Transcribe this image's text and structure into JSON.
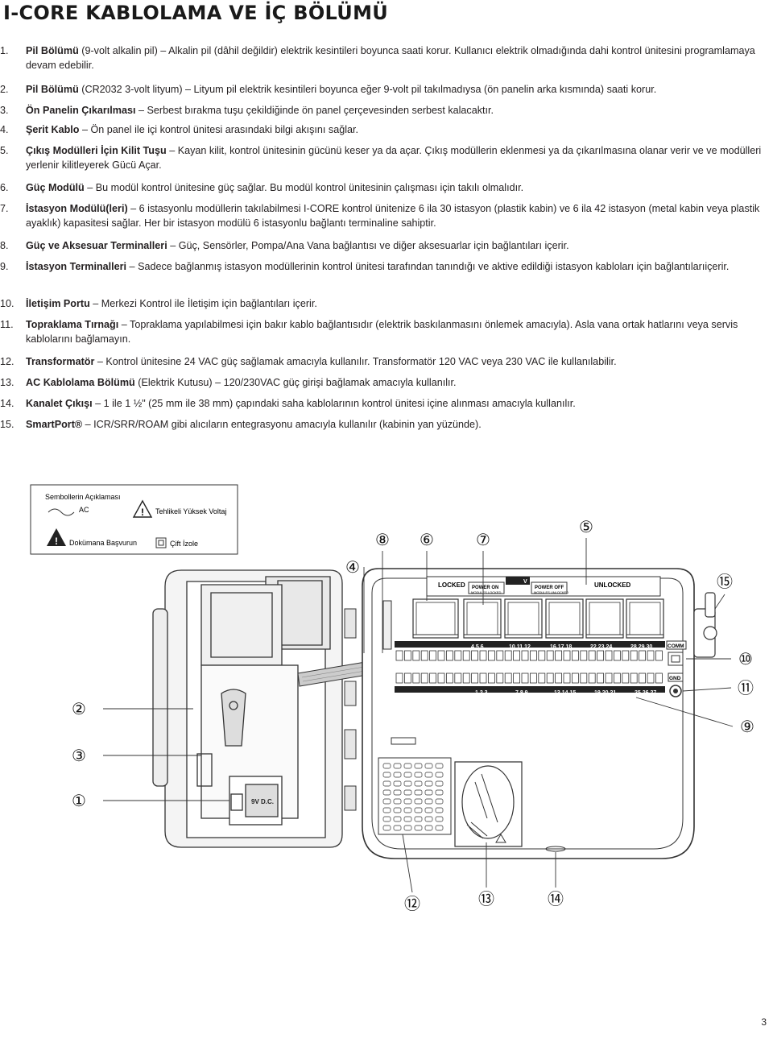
{
  "page": {
    "title": "I-CORE KABLOLAMA VE İÇ BÖLÜMÜ",
    "page_number": "3"
  },
  "items": [
    {
      "num": "1.",
      "term": "Pil Bölümü",
      "text": " (9-volt alkalin pil) – Alkalin pil (dâhil değildir) elektrik kesintileri boyunca saati korur. Kullanıcı elektrik olmadığında dahi kontrol ünitesini programlamaya devam edebilir."
    },
    {
      "num": "2.",
      "term": "Pil Bölümü",
      "text": " (CR2032 3-volt lityum) – Lityum pil elektrik kesintileri boyunca eğer 9-volt pil takılmadıysa (ön panelin arka kısmında) saati korur."
    },
    {
      "num": "3.",
      "term": "Ön Panelin Çıkarılması",
      "text": " – Serbest bırakma tuşu çekildiğinde ön panel çerçevesinden serbest kalacaktır."
    },
    {
      "num": "4.",
      "term": "Şerit Kablo",
      "text": " – Ön panel ile içi kontrol ünitesi arasındaki bilgi akışını sağlar."
    },
    {
      "num": "5.",
      "term": "Çıkış Modülleri İçin Kilit Tuşu",
      "text": " – Kayan kilit, kontrol ünitesinin gücünü keser ya da açar. Çıkış modüllerin eklenmesi ya da çıkarılmasına olanar verir ve ve modülleri yerlenir kilitleyerek Gücü Açar."
    },
    {
      "num": "6.",
      "term": "Güç Modülü",
      "text": " – Bu modül kontrol ünitesine güç sağlar. Bu modül kontrol ünitesinin çalışması için takılı olmalıdır."
    },
    {
      "num": "7.",
      "term": "İstasyon Modülü(leri)",
      "text": " – 6 istasyonlu modüllerin takılabilmesi I-CORE kontrol ünitenize 6 ila 30 istasyon (plastik kabin) ve 6 ila 42 istasyon (metal kabin veya plastik ayaklık) kapasitesi sağlar. Her bir istasyon modülü 6 istasyonlu bağlantı terminaline sahiptir."
    },
    {
      "num": "8.",
      "term": "Güç ve Aksesuar Terminalleri",
      "text": " – Güç, Sensörler, Pompa/Ana Vana bağlantısı ve diğer aksesuarlar için bağlantıları içerir."
    },
    {
      "num": "9.",
      "term": "İstasyon Terminalleri",
      "text": " – Sadece bağlanmış istasyon modüllerinin kontrol ünitesi tarafından tanındığı ve aktive edildiği istasyon kabloları için bağlantılarıiçerir."
    },
    {
      "num": "10.",
      "term": "İletişim Portu",
      "text": " – Merkezi Kontrol ile İletişim için bağlantıları içerir."
    },
    {
      "num": "11.",
      "term": "Topraklama Tırnağı",
      "text": " – Topraklama yapılabilmesi için bakır kablo bağlantısıdır (elektrik baskılanmasını önlemek amacıyla). Asla vana ortak hatlarını veya servis kablolarını bağlamayın."
    },
    {
      "num": "12.",
      "term": "Transformatör",
      "text": " – Kontrol ünitesine 24 VAC güç sağlamak amacıyla kullanılır. Transformatör 120 VAC veya 230 VAC ile kullanılabilir."
    },
    {
      "num": "13.",
      "term": "AC Kablolama Bölümü",
      "text": " (Elektrik Kutusu) – 120/230VAC güç girişi bağlamak amacıyla kullanılır."
    },
    {
      "num": "14.",
      "term": "Kanalet Çıkışı",
      "text": " – 1 ile 1 ½\" (25 mm ile 38 mm) çapındaki saha kablolarının kontrol ünitesi içine alınması amacıyla kullanılır."
    },
    {
      "num": "15.",
      "term": "SmartPort®",
      "text": " – ICR/SRR/ROAM gibi alıcıların entegrasyonu amacıyla kullanılır (kabinin yan yüzünde)."
    }
  ],
  "legend": {
    "title": "Sembollerin Açıklaması",
    "ac": "AC",
    "high_voltage": "Tehlikeli Yüksek Voltaj",
    "refer_docs": "Dokümana Başvurun",
    "double_insulation": "Çift İzole"
  },
  "diagram": {
    "callouts": [
      "①",
      "②",
      "③",
      "④",
      "⑤",
      "⑥",
      "⑦",
      "⑧",
      "⑨",
      "⑩",
      "⑪",
      "⑫",
      "⑬",
      "⑭",
      "⑮"
    ],
    "labels": {
      "locked": "LOCKED",
      "unlocked": "UNLOCKED",
      "power_on": "POWER ON",
      "power_on_sub": "MODULES LOCKED",
      "power_off": "POWER OFF",
      "power_off_sub": "MODULES UNLOCKED",
      "comm": "COMM",
      "gnd": "GND",
      "battery": "9V D.C.",
      "v": "V"
    },
    "top_terminal_labels": [
      "4 5 6",
      "10 11 12",
      "16 17 18",
      "22 23 24",
      "28 29 30"
    ],
    "bottom_terminal_labels": [
      "1 2 3",
      "7 8 9",
      "13 14 15",
      "19 20 21",
      "25 26 27"
    ]
  }
}
